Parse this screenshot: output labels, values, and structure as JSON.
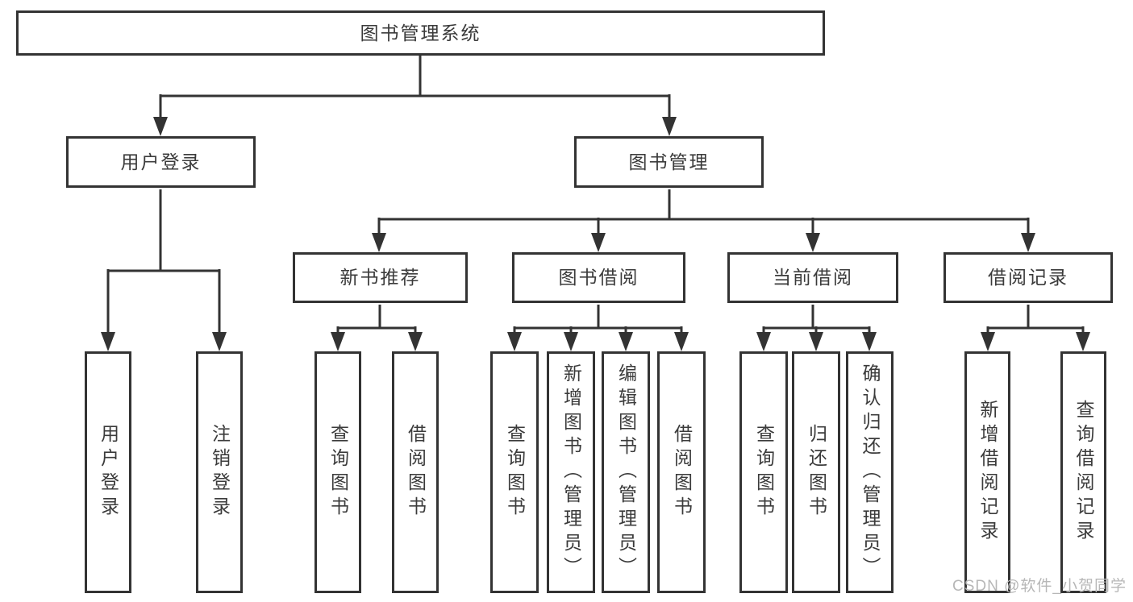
{
  "root": {
    "label": "图书管理系统"
  },
  "user_login": {
    "label": "用户登录",
    "children": [
      {
        "label": "用户登录"
      },
      {
        "label": "注销登录"
      }
    ]
  },
  "book_mgmt": {
    "label": "图书管理",
    "sections": [
      {
        "label": "新书推荐",
        "children": [
          {
            "label": "查询图书"
          },
          {
            "label": "借阅图书"
          }
        ]
      },
      {
        "label": "图书借阅",
        "children": [
          {
            "label": "查询图书"
          },
          {
            "label": "新增图书（管理员）"
          },
          {
            "label": "编辑图书（管理员）"
          },
          {
            "label": "借阅图书"
          }
        ]
      },
      {
        "label": "当前借阅",
        "children": [
          {
            "label": "查询图书"
          },
          {
            "label": "归还图书"
          },
          {
            "label": "确认归还（管理员）"
          }
        ]
      },
      {
        "label": "借阅记录",
        "children": [
          {
            "label": "新增借阅记录"
          },
          {
            "label": "查询借阅记录"
          }
        ]
      }
    ]
  },
  "watermark": {
    "text": "CSDN @软件_小贺同学"
  },
  "colors": {
    "line": "#333333",
    "node_text": "#3b3b3b",
    "watermark": "#b7b7b7",
    "background": "#ffffff"
  }
}
